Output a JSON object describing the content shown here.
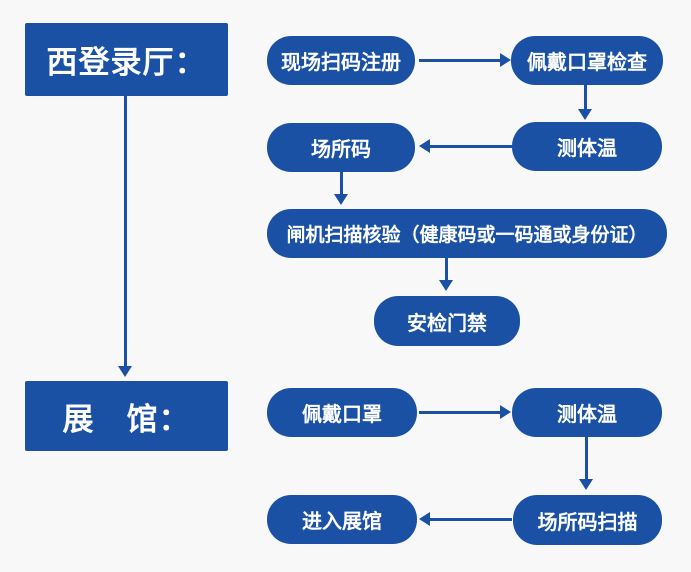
{
  "colors": {
    "accent": "#1A51A5",
    "bg": "#F8F8F8",
    "text_on_accent": "#FFFFFF"
  },
  "west_hall": {
    "title": "西登录厅：",
    "steps": {
      "register": "现场扫码注册",
      "mask_check": "佩戴口罩检查",
      "temperature": "测体温",
      "venue_code": "场所码",
      "gate_scan": "闸机扫描核验（健康码或一码通或身份证）",
      "security_gate": "安检门禁"
    }
  },
  "exhibition": {
    "title": "展　馆：",
    "steps": {
      "mask": "佩戴口罩",
      "temperature": "测体温",
      "venue_scan": "场所码扫描",
      "enter": "进入展馆"
    }
  }
}
